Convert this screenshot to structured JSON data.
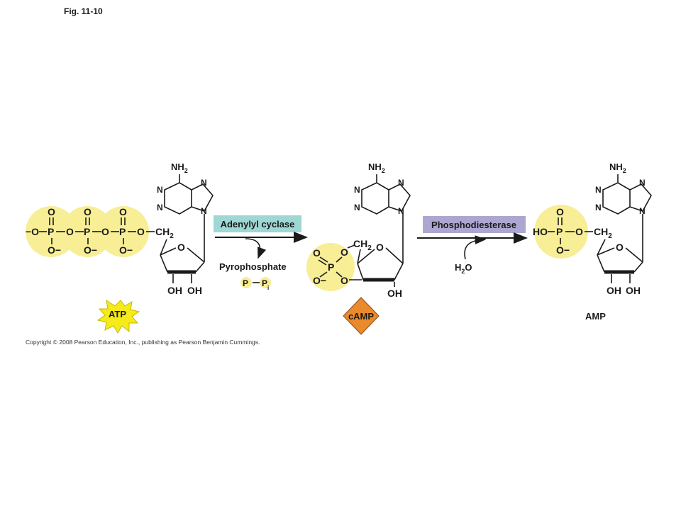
{
  "figure_label": "Fig. 11-10",
  "copyright": "Copyright © 2008 Pearson Education, Inc., publishing as Pearson Benjamin Cummings.",
  "enzymes": {
    "adenylyl_cyclase": "Adenylyl cyclase",
    "phosphodiesterase": "Phosphodiesterase"
  },
  "byproducts": {
    "pyrophosphate": "Pyrophosphate",
    "p_symbol": "P",
    "pi_subscript": "i",
    "water": "H",
    "water_sub": "2",
    "water_o": "O"
  },
  "molecules": {
    "atp": "ATP",
    "camp": "cAMP",
    "amp": "AMP"
  },
  "atoms": {
    "o": "O",
    "p": "P",
    "n": "N",
    "oh": "OH",
    "ho": "HO",
    "o_minus": "O−",
    "minus_o": "−O",
    "ch2": "CH",
    "nh2": "NH",
    "sub2": "2"
  },
  "colors": {
    "phosphate_highlight": "#f7ee96",
    "adenylyl_box": "#9ed7d4",
    "phosphodiesterase_box": "#aca7d1",
    "atp_burst": "#f5ea1a",
    "camp_diamond": "#e98a2c",
    "ink": "#1a1a1a"
  }
}
